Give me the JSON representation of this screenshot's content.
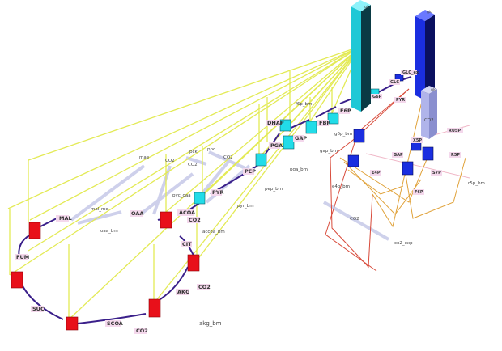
{
  "labels": {
    "mal": "MAL",
    "fum": "FUM",
    "suc": "SUC",
    "scoa": "SCOA",
    "co2_bottom": "CO2",
    "akg": "AKG",
    "co2_akg": "CO2",
    "cit": "CIT",
    "oaa": "OAA",
    "accoa": "ACOA",
    "co2_accoa": "CO2",
    "pyr": "PYR",
    "pep": "PEP",
    "pga": "PGA",
    "gap": "GAP",
    "dhap": "DHAP",
    "fbp": "FBP",
    "f6p": "F6P",
    "g6p": "G6P",
    "glc": "GLC",
    "glc_ex": "GLC_ex",
    "pyr_right": "PYR",
    "gap_right": "GAP",
    "e4p": "E4P",
    "s7p": "S7P",
    "r5p": "R5P",
    "x5p": "X5P",
    "ru5p": "RU5P",
    "co2_mid": "CO2",
    "co2_exp": "co2_exp",
    "co2_right_bar": "CO2",
    "akg_bm": "akg_bm",
    "oaa_bm": "oaa_bm",
    "accoa_bm": "accoa_bm",
    "pyr_bm": "pyr_bm",
    "pep_bm": "pep_bm",
    "pga_bm": "pga_bm",
    "gap_bm": "gap_bm",
    "g6p_bm": "g6p_bm",
    "f6p_bm": "f6p_bm",
    "e4p_bm": "e4p_bm",
    "r5p_bm": "r5p_bm",
    "mal_me": "mal_me",
    "mae": "mae",
    "pck": "pck",
    "ppc": "ppc",
    "pyc_oaa": "pyc_oaa",
    "co2_top1": "CO2",
    "co2_top2": "CO2",
    "co2_top3": "CO2",
    "tall_bar_label1": "glc",
    "tall_bar_label2": "glc",
    "bar_label3": "glc"
  },
  "colors": {
    "tca_node": "#e8101a",
    "glyc_node": "#22dce8",
    "ppp_node": "#1a2ee0",
    "yellow_line": "#dfe84a",
    "purple_line": "#3a1f8a",
    "lavender": "#c8cbe8",
    "orange_line": "#e0a23a",
    "red_line": "#d84a3a",
    "pink_label": "#f4d8ec"
  }
}
